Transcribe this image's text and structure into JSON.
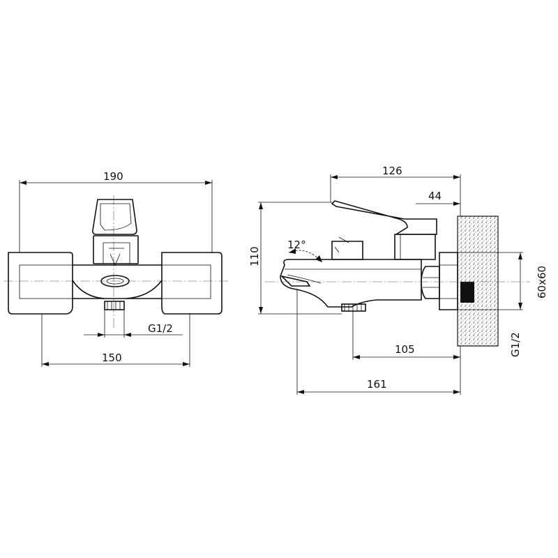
{
  "front_view": {
    "width_dim": "190",
    "spacing_dim": "150",
    "thread_dim": "G1/2"
  },
  "side_view": {
    "depth_dim": "126",
    "handle_dim": "44",
    "height_dim": "110",
    "angle_dim": "12°",
    "flange_dim": "60x60",
    "inlet_dim": "105",
    "overall_dim": "161",
    "thread_dim": "G1/2"
  },
  "colors": {
    "line": "#111111",
    "wall_fill": "#e8e8e8"
  }
}
